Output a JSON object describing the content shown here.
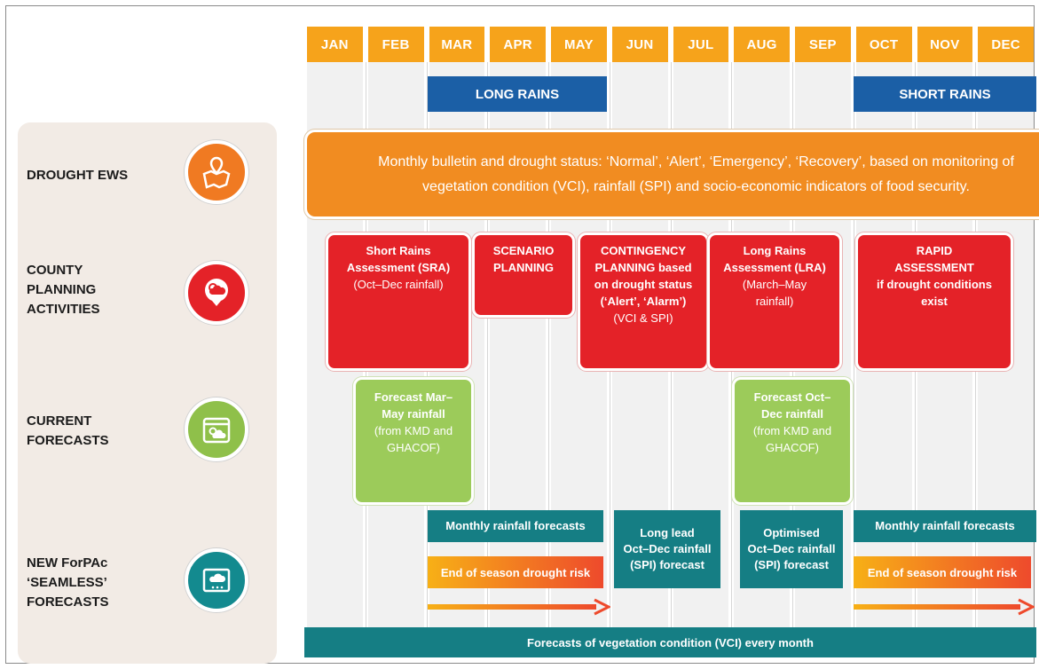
{
  "months": [
    "JAN",
    "FEB",
    "MAR",
    "APR",
    "MAY",
    "JUN",
    "JUL",
    "AUG",
    "SEP",
    "OCT",
    "NOV",
    "DEC"
  ],
  "rains": {
    "long": "LONG RAINS",
    "short": "SHORT RAINS"
  },
  "rows": {
    "ews": "DROUGHT EWS",
    "county": [
      "COUNTY",
      "PLANNING",
      "ACTIVITIES"
    ],
    "current": [
      "CURRENT",
      "FORECASTS"
    ],
    "new": [
      "NEW ForPAc",
      "‘SEAMLESS’",
      "FORECASTS"
    ]
  },
  "icons": {
    "ews": "map-pin-terrain-icon",
    "county": "location-weather-icon",
    "current": "calendar-weather-icon",
    "new": "forecast-monitor-icon"
  },
  "bulletin": {
    "line1": "Monthly bulletin and drought status: ‘Normal’, ‘Alert’, ‘Emergency’, ‘Recovery’, based on monitoring of",
    "line2": "vegetation condition (VCI), rainfall (SPI) and socio-economic indicators of food security."
  },
  "planning": {
    "sra": {
      "b1": "Short Rains",
      "b2": "Assessment (SRA)",
      "n1": "(Oct–Dec rainfall)"
    },
    "scenario": {
      "b1": "SCENARIO",
      "b2": "PLANNING"
    },
    "contingency": {
      "b1": "CONTINGENCY",
      "b2": "PLANNING based",
      "b3": "on drought status",
      "b4": "(‘Alert’, ‘Alarm’)",
      "n1": "(VCI & SPI)"
    },
    "lra": {
      "b1": "Long Rains",
      "b2": "Assessment (LRA)",
      "n1": "(March–May",
      "n2": "rainfall)"
    },
    "rapid": {
      "b1": "RAPID",
      "b2": "ASSESSMENT",
      "b3": "if drought conditions",
      "b4": "exist"
    }
  },
  "current": {
    "mar": {
      "b1": "Forecast Mar–",
      "b2": "May rainfall",
      "n1": "(from KMD and",
      "n2": "GHACOF)"
    },
    "oct": {
      "b1": "Forecast Oct–",
      "b2": "Dec rainfall",
      "n1": "(from KMD and",
      "n2": "GHACOF)"
    }
  },
  "seamless": {
    "monthly_left": "Monthly rainfall forecasts",
    "monthly_right": "Monthly rainfall forecasts",
    "eos_left": "End of season drought risk",
    "eos_right": "End of season drought risk",
    "longlead": [
      "Long lead",
      "Oct–Dec rainfall",
      "(SPI) forecast"
    ],
    "optimised": [
      "Optimised",
      "Oct–Dec rainfall",
      "(SPI) forecast"
    ],
    "vci": "Forecasts of vegetation condition (VCI) every month"
  },
  "colors": {
    "month": "#f6a31b",
    "rains": "#1b5fa6",
    "bulletin": "#f18c21",
    "planning": "#e42228",
    "current": "#9ccb5a",
    "seamless": "#157e84"
  }
}
